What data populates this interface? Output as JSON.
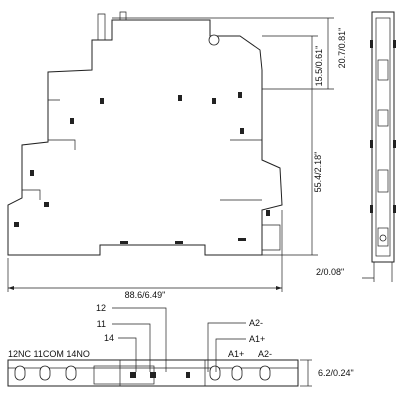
{
  "dimensions": {
    "top_height_inner": "15.5/0.61\"",
    "top_height_outer": "20.7/0.81\"",
    "body_height": "55.4/2.18\"",
    "total_length": "88.6/6.49\"",
    "side_offset": "2/0.08\"",
    "terminal_height": "6.2/0.24\""
  },
  "terminals": {
    "group_label": "12NC 11COM 14NO",
    "pin_12": "12",
    "pin_11": "11",
    "pin_14": "14",
    "a2_upper": "A2-",
    "a1_upper": "A1+",
    "a1_lower": "A1+",
    "a2_lower": "A2-"
  }
}
